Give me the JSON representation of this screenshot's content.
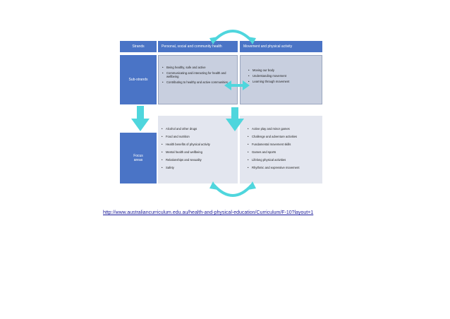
{
  "diagram": {
    "strands_label": "Strands",
    "header_left": "Personal, social and community health",
    "header_right": "Movement and physical activity",
    "substrands_label": "Sub-strands",
    "focus_label": "Focus areas",
    "substrands_left": [
      "Being healthy, safe and active",
      "Communicating and interacting for health and wellbeing",
      "Contributing to healthy and active communities"
    ],
    "substrands_right": [
      "Moving our body",
      "Understanding movement",
      "Learning through movement"
    ],
    "focus_left": [
      "Alcohol and other drugs",
      "Food and nutrition",
      "Health benefits of physical activity",
      "Mental health and wellbeing",
      "Relationships and sexuality",
      "Safety"
    ],
    "focus_right": [
      "Active play and minor games",
      "Challenge and adventure activities",
      "Fundamental movement skills",
      "Games and sports",
      "Lifelong physical activities",
      "Rhythmic and expressive movement"
    ],
    "colors": {
      "header": "#4a74c6",
      "arrow": "#4fd6dd",
      "substrand_bg": "#c8cfdf",
      "focus_bg": "#e3e6ef"
    }
  },
  "source_link": "http://www.australiancurriculum.edu.au/health-and-physical-education/Curriculum/F-10?layout=1"
}
